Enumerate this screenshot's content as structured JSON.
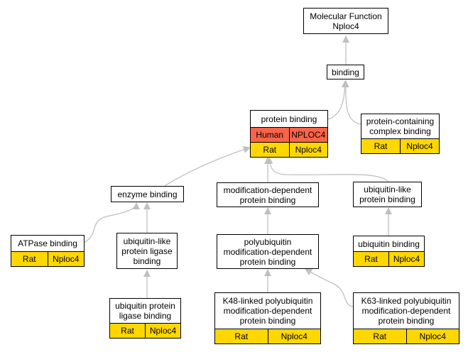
{
  "nodes": {
    "mf": {
      "label": "Molecular Function\nNploc4"
    },
    "binding": {
      "label": "binding"
    },
    "protein": {
      "label": "protein binding",
      "rows": [
        [
          "Human",
          "NPLOC4"
        ],
        [
          "Rat",
          "Nploc4"
        ]
      ]
    },
    "complex": {
      "label": "protein-containing\ncomplex binding",
      "rows": [
        [
          "Rat",
          "Nploc4"
        ]
      ]
    },
    "enzyme": {
      "label": "enzyme binding"
    },
    "moddep": {
      "label": "modification-dependent\nprotein binding"
    },
    "ubl": {
      "label": "ubiquitin-like\nprotein binding"
    },
    "atpase": {
      "label": "ATPase binding",
      "rows": [
        [
          "Rat",
          "Nploc4"
        ]
      ]
    },
    "ubllig": {
      "label": "ubiquitin-like\nprotein ligase\nbinding"
    },
    "polyub": {
      "label": "polyubiquitin\nmodification-dependent\nprotein binding"
    },
    "ubbind": {
      "label": "ubiquitin binding",
      "rows": [
        [
          "Rat",
          "Nploc4"
        ]
      ]
    },
    "ublig": {
      "label": "ubiquitin protein\nligase binding",
      "rows": [
        [
          "Rat",
          "Nploc4"
        ]
      ]
    },
    "k48": {
      "label": "K48-linked polyubiquitin\nmodification-dependent\nprotein binding",
      "rows": [
        [
          "Rat",
          "Nploc4"
        ]
      ]
    },
    "k63": {
      "label": "K63-linked polyubiquitin\nmodification-dependent\nprotein binding",
      "rows": [
        [
          "Rat",
          "Nploc4"
        ]
      ]
    }
  },
  "colors": {
    "human_row": "#fa6449",
    "rat_row": "#ffd700",
    "edge": "#c0c0c0"
  }
}
